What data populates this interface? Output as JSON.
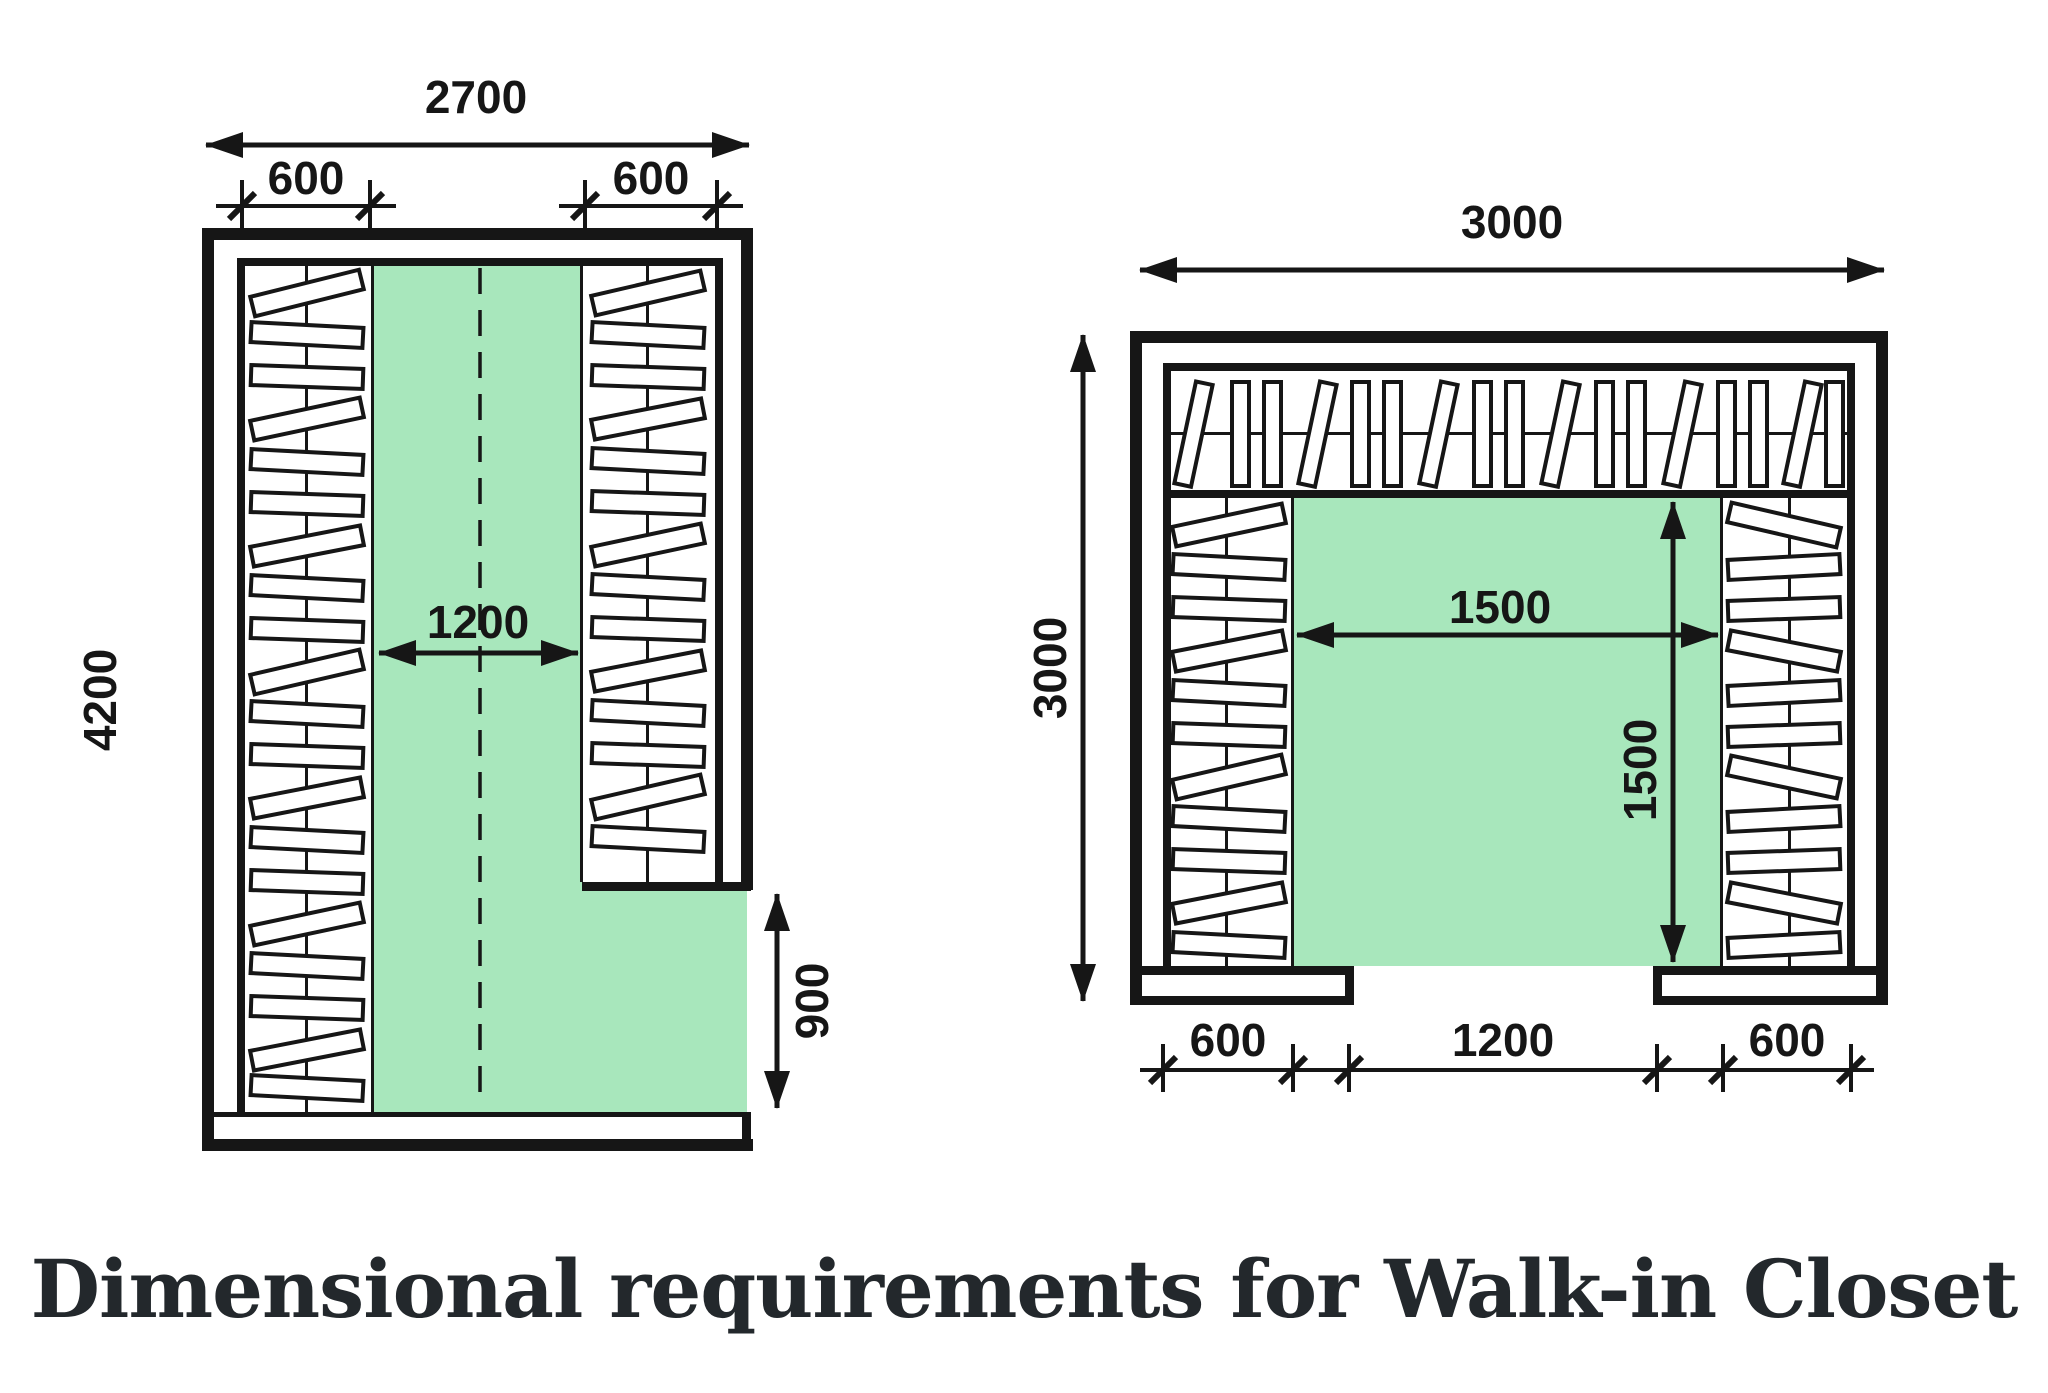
{
  "title": "Dimensional requirements for Walk-in Closet",
  "colors": {
    "walkway_green": "#a8e7bc",
    "line_black": "#161616"
  },
  "left_plan": {
    "dims": {
      "total_width_mm": "2700",
      "left_closet_depth_mm": "600",
      "right_closet_depth_mm": "600",
      "total_length_mm": "4200",
      "walkway_width_mm": "1200",
      "entry_opening_mm": "900"
    }
  },
  "right_plan": {
    "dims": {
      "total_width_mm": "3000",
      "total_depth_mm": "3000",
      "clearance_width_mm": "1500",
      "clearance_depth_mm": "1500",
      "left_closet_depth_mm": "600",
      "door_opening_mm": "1200",
      "right_closet_depth_mm": "600"
    }
  }
}
